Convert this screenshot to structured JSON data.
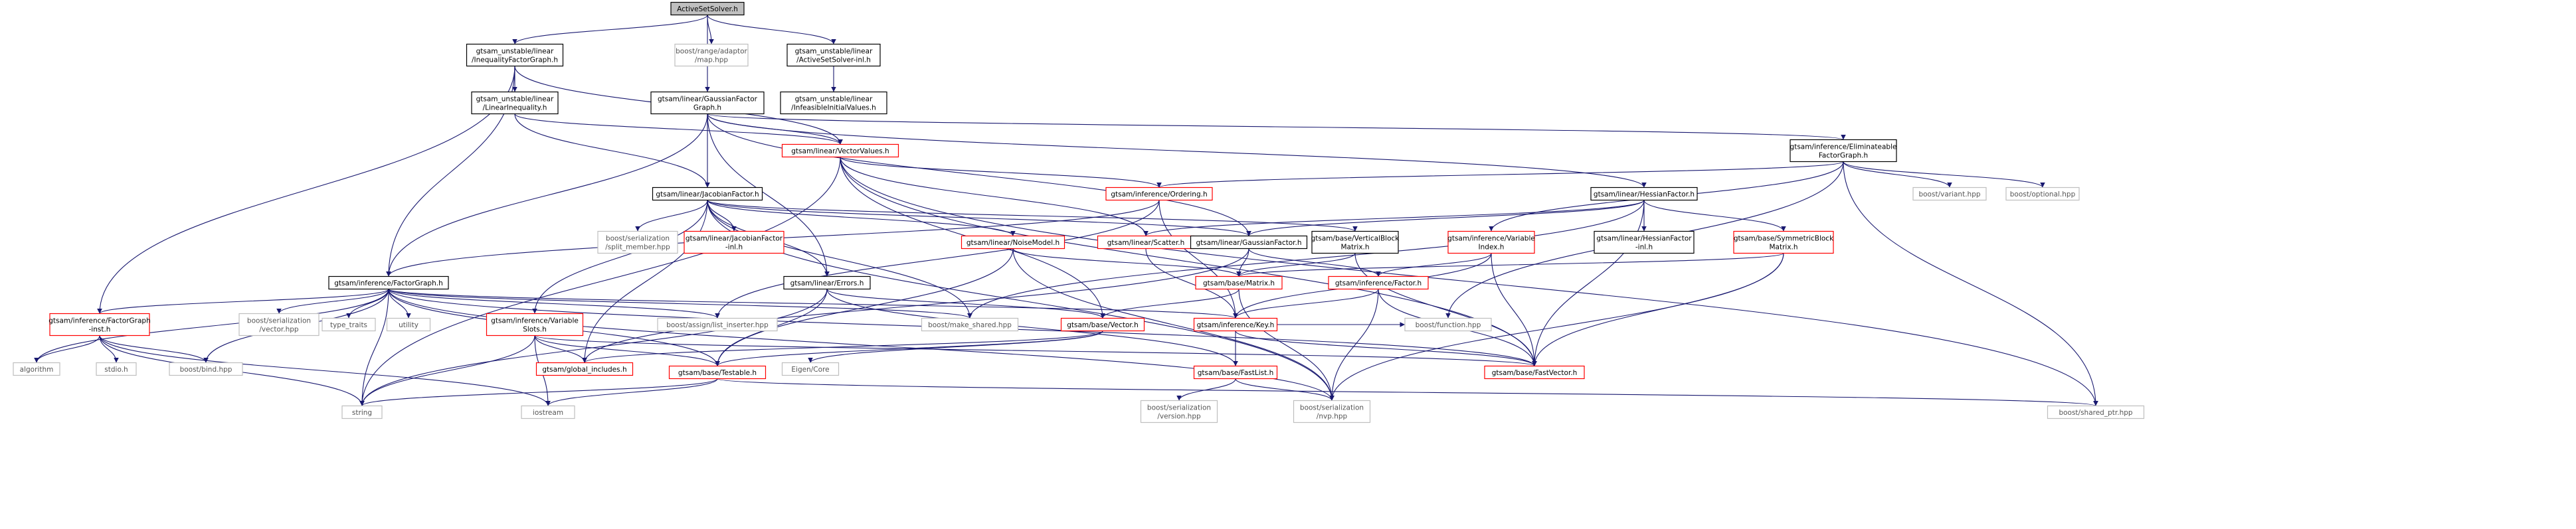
{
  "colors": {
    "edge": "#191970",
    "node_border_default": "#000000",
    "node_border_linked": "#ff0000",
    "node_border_external": "#bfbfbf",
    "node_fill_root": "#bfbfbf",
    "node_fill": "#ffffff",
    "text_default": "#000000",
    "text_linked": "#ff0000",
    "text_external": "#555555"
  },
  "nodes": [
    {
      "id": "n_ActiveSetSolver",
      "kind": "root",
      "lines": [
        "ActiveSetSolver.h"
      ]
    },
    {
      "id": "n_InequalityFactorGraph",
      "kind": "plain",
      "lines": [
        "gtsam_unstable/linear",
        "/InequalityFactorGraph.h"
      ]
    },
    {
      "id": "n_rangeMap",
      "kind": "external",
      "lines": [
        "boost/range/adaptor",
        "/map.hpp"
      ]
    },
    {
      "id": "n_ActiveSetSolverInl",
      "kind": "plain",
      "lines": [
        "gtsam_unstable/linear",
        "/ActiveSetSolver-inl.h"
      ]
    },
    {
      "id": "n_LinearInequality",
      "kind": "plain",
      "lines": [
        "gtsam_unstable/linear",
        "/LinearInequality.h"
      ]
    },
    {
      "id": "n_GaussianFactorGraph",
      "kind": "plain",
      "lines": [
        "gtsam/linear/GaussianFactor",
        "Graph.h"
      ]
    },
    {
      "id": "n_InfeasibleInitialValues",
      "kind": "plain",
      "lines": [
        "gtsam_unstable/linear",
        "/InfeasibleInitialValues.h"
      ]
    },
    {
      "id": "n_VectorValues",
      "kind": "linked",
      "lines": [
        "gtsam/linear/VectorValues.h"
      ]
    },
    {
      "id": "n_EliminateableFactorGraph",
      "kind": "plain",
      "lines": [
        "gtsam/inference/Eliminateable",
        "FactorGraph.h"
      ]
    },
    {
      "id": "n_JacobianFactor",
      "kind": "plain",
      "lines": [
        "gtsam/linear/JacobianFactor.h"
      ]
    },
    {
      "id": "n_Ordering",
      "kind": "linked",
      "lines": [
        "gtsam/inference/Ordering.h"
      ]
    },
    {
      "id": "n_HessianFactor",
      "kind": "plain",
      "lines": [
        "gtsam/linear/HessianFactor.h"
      ]
    },
    {
      "id": "n_variant",
      "kind": "external",
      "lines": [
        "boost/variant.hpp"
      ]
    },
    {
      "id": "n_optional",
      "kind": "external",
      "lines": [
        "boost/optional.hpp"
      ]
    },
    {
      "id": "n_splitMember",
      "kind": "external",
      "lines": [
        "boost/serialization",
        "/split_member.hpp"
      ]
    },
    {
      "id": "n_JacobianFactorInl",
      "kind": "linked",
      "lines": [
        "gtsam/linear/JacobianFactor",
        "-inl.h"
      ]
    },
    {
      "id": "n_NoiseModel",
      "kind": "linked",
      "lines": [
        "gtsam/linear/NoiseModel.h"
      ]
    },
    {
      "id": "n_Scatter",
      "kind": "linked",
      "lines": [
        "gtsam/linear/Scatter.h"
      ]
    },
    {
      "id": "n_GaussianFactor",
      "kind": "plain",
      "lines": [
        "gtsam/linear/GaussianFactor.h"
      ]
    },
    {
      "id": "n_VerticalBlockMatrix",
      "kind": "plain",
      "lines": [
        "gtsam/base/VerticalBlock",
        "Matrix.h"
      ]
    },
    {
      "id": "n_VariableIndex",
      "kind": "linked",
      "lines": [
        "gtsam/inference/Variable",
        "Index.h"
      ]
    },
    {
      "id": "n_HessianFactorInl",
      "kind": "plain",
      "lines": [
        "gtsam/linear/HessianFactor",
        "-inl.h"
      ]
    },
    {
      "id": "n_SymmetricBlockMatrix",
      "kind": "linked",
      "lines": [
        "gtsam/base/SymmetricBlock",
        "Matrix.h"
      ]
    },
    {
      "id": "n_FactorGraph",
      "kind": "plain",
      "lines": [
        "gtsam/inference/FactorGraph.h"
      ]
    },
    {
      "id": "n_Errors",
      "kind": "plain",
      "lines": [
        "gtsam/linear/Errors.h"
      ]
    },
    {
      "id": "n_Matrix",
      "kind": "linked",
      "lines": [
        "gtsam/base/Matrix.h"
      ]
    },
    {
      "id": "n_Factor",
      "kind": "linked",
      "lines": [
        "gtsam/inference/Factor.h"
      ]
    },
    {
      "id": "n_FactorGraphInst",
      "kind": "linked",
      "lines": [
        "gtsam/inference/FactorGraph",
        "-inst.h"
      ]
    },
    {
      "id": "n_serVector",
      "kind": "external",
      "lines": [
        "boost/serialization",
        "/vector.hpp"
      ]
    },
    {
      "id": "n_typeTraits",
      "kind": "external",
      "lines": [
        "type_traits"
      ]
    },
    {
      "id": "n_utility",
      "kind": "external",
      "lines": [
        "utility"
      ]
    },
    {
      "id": "n_VariableSlots",
      "kind": "linked",
      "lines": [
        "gtsam/inference/Variable",
        "Slots.h"
      ]
    },
    {
      "id": "n_listInserter",
      "kind": "external",
      "lines": [
        "boost/assign/list_inserter.hpp"
      ]
    },
    {
      "id": "n_makeShared",
      "kind": "external",
      "lines": [
        "boost/make_shared.hpp"
      ]
    },
    {
      "id": "n_Vector",
      "kind": "linked",
      "lines": [
        "gtsam/base/Vector.h"
      ]
    },
    {
      "id": "n_Key",
      "kind": "linked",
      "lines": [
        "gtsam/inference/Key.h"
      ]
    },
    {
      "id": "n_function",
      "kind": "external",
      "lines": [
        "boost/function.hpp"
      ]
    },
    {
      "id": "n_algorithm",
      "kind": "external",
      "lines": [
        "algorithm"
      ]
    },
    {
      "id": "n_stdio",
      "kind": "external",
      "lines": [
        "stdio.h"
      ]
    },
    {
      "id": "n_bind",
      "kind": "external",
      "lines": [
        "boost/bind.hpp"
      ]
    },
    {
      "id": "n_globalIncludes",
      "kind": "linked",
      "lines": [
        "gtsam/global_includes.h"
      ]
    },
    {
      "id": "n_EigenCore",
      "kind": "external",
      "lines": [
        "Eigen/Core"
      ]
    },
    {
      "id": "n_Testable",
      "kind": "linked",
      "lines": [
        "gtsam/base/Testable.h"
      ]
    },
    {
      "id": "n_FastList",
      "kind": "linked",
      "lines": [
        "gtsam/base/FastList.h"
      ]
    },
    {
      "id": "n_FastVector",
      "kind": "linked",
      "lines": [
        "gtsam/base/FastVector.h"
      ]
    },
    {
      "id": "n_string",
      "kind": "external",
      "lines": [
        "string"
      ]
    },
    {
      "id": "n_iostream",
      "kind": "external",
      "lines": [
        "iostream"
      ]
    },
    {
      "id": "n_serVersion",
      "kind": "external",
      "lines": [
        "boost/serialization",
        "/version.hpp"
      ]
    },
    {
      "id": "n_serNvp",
      "kind": "external",
      "lines": [
        "boost/serialization",
        "/nvp.hpp"
      ]
    },
    {
      "id": "n_sharedPtr",
      "kind": "external",
      "lines": [
        "boost/shared_ptr.hpp"
      ]
    }
  ],
  "edges": [
    [
      "n_ActiveSetSolver",
      "n_InequalityFactorGraph"
    ],
    [
      "n_ActiveSetSolver",
      "n_rangeMap"
    ],
    [
      "n_ActiveSetSolver",
      "n_ActiveSetSolverInl"
    ],
    [
      "n_ActiveSetSolver",
      "n_GaussianFactorGraph"
    ],
    [
      "n_InequalityFactorGraph",
      "n_LinearInequality"
    ],
    [
      "n_InequalityFactorGraph",
      "n_VectorValues"
    ],
    [
      "n_InequalityFactorGraph",
      "n_FactorGraphInst"
    ],
    [
      "n_InequalityFactorGraph",
      "n_FactorGraph"
    ],
    [
      "n_ActiveSetSolverInl",
      "n_InfeasibleInitialValues"
    ],
    [
      "n_LinearInequality",
      "n_JacobianFactor"
    ],
    [
      "n_LinearInequality",
      "n_VectorValues"
    ],
    [
      "n_GaussianFactorGraph",
      "n_VectorValues"
    ],
    [
      "n_GaussianFactorGraph",
      "n_EliminateableFactorGraph"
    ],
    [
      "n_GaussianFactorGraph",
      "n_JacobianFactor"
    ],
    [
      "n_GaussianFactorGraph",
      "n_HessianFactor"
    ],
    [
      "n_GaussianFactorGraph",
      "n_FactorGraph"
    ],
    [
      "n_GaussianFactorGraph",
      "n_Errors"
    ],
    [
      "n_GaussianFactorGraph",
      "n_GaussianFactor"
    ],
    [
      "n_VectorValues",
      "n_Ordering"
    ],
    [
      "n_VectorValues",
      "n_Scatter"
    ],
    [
      "n_VectorValues",
      "n_Vector"
    ],
    [
      "n_VectorValues",
      "n_FastVector"
    ],
    [
      "n_VectorValues",
      "n_sharedPtr"
    ],
    [
      "n_VectorValues",
      "n_string"
    ],
    [
      "n_EliminateableFactorGraph",
      "n_Ordering"
    ],
    [
      "n_EliminateableFactorGraph",
      "n_VariableIndex"
    ],
    [
      "n_EliminateableFactorGraph",
      "n_variant"
    ],
    [
      "n_EliminateableFactorGraph",
      "n_optional"
    ],
    [
      "n_EliminateableFactorGraph",
      "n_function"
    ],
    [
      "n_EliminateableFactorGraph",
      "n_sharedPtr"
    ],
    [
      "n_JacobianFactor",
      "n_splitMember"
    ],
    [
      "n_JacobianFactor",
      "n_JacobianFactorInl"
    ],
    [
      "n_JacobianFactor",
      "n_NoiseModel"
    ],
    [
      "n_JacobianFactor",
      "n_GaussianFactor"
    ],
    [
      "n_JacobianFactor",
      "n_VerticalBlockMatrix"
    ],
    [
      "n_JacobianFactor",
      "n_VariableSlots"
    ],
    [
      "n_JacobianFactor",
      "n_globalIncludes"
    ],
    [
      "n_JacobianFactor",
      "n_Errors"
    ],
    [
      "n_JacobianFactor",
      "n_makeShared"
    ],
    [
      "n_JacobianFactor",
      "n_serNvp"
    ],
    [
      "n_Ordering",
      "n_FactorGraph"
    ],
    [
      "n_Ordering",
      "n_Key"
    ],
    [
      "n_Ordering",
      "n_listInserter"
    ],
    [
      "n_HessianFactor",
      "n_Scatter"
    ],
    [
      "n_HessianFactor",
      "n_GaussianFactor"
    ],
    [
      "n_HessianFactor",
      "n_HessianFactorInl"
    ],
    [
      "n_HessianFactor",
      "n_SymmetricBlockMatrix"
    ],
    [
      "n_HessianFactor",
      "n_FastVector"
    ],
    [
      "n_HessianFactor",
      "n_makeShared"
    ],
    [
      "n_NoiseModel",
      "n_Matrix"
    ],
    [
      "n_NoiseModel",
      "n_Testable"
    ],
    [
      "n_NoiseModel",
      "n_serNvp"
    ],
    [
      "n_Scatter",
      "n_Key"
    ],
    [
      "n_GaussianFactor",
      "n_Factor"
    ],
    [
      "n_GaussianFactor",
      "n_Matrix"
    ],
    [
      "n_GaussianFactor",
      "n_globalIncludes"
    ],
    [
      "n_VerticalBlockMatrix",
      "n_Matrix"
    ],
    [
      "n_VerticalBlockMatrix",
      "n_FastVector"
    ],
    [
      "n_VariableIndex",
      "n_Factor"
    ],
    [
      "n_VariableIndex",
      "n_FastVector"
    ],
    [
      "n_VariableIndex",
      "n_Key"
    ],
    [
      "n_SymmetricBlockMatrix",
      "n_Matrix"
    ],
    [
      "n_SymmetricBlockMatrix",
      "n_FastVector"
    ],
    [
      "n_SymmetricBlockMatrix",
      "n_serNvp"
    ],
    [
      "n_FactorGraph",
      "n_FactorGraphInst"
    ],
    [
      "n_FactorGraph",
      "n_serVector"
    ],
    [
      "n_FactorGraph",
      "n_typeTraits"
    ],
    [
      "n_FactorGraph",
      "n_utility"
    ],
    [
      "n_FactorGraph",
      "n_listInserter"
    ],
    [
      "n_FactorGraph",
      "n_makeShared"
    ],
    [
      "n_FactorGraph",
      "n_Testable"
    ],
    [
      "n_FactorGraph",
      "n_FastVector"
    ],
    [
      "n_FactorGraph",
      "n_Key"
    ],
    [
      "n_FactorGraph",
      "n_bind"
    ],
    [
      "n_FactorGraph",
      "n_string"
    ],
    [
      "n_FactorGraph",
      "n_serNvp"
    ],
    [
      "n_FactorGraph",
      "n_algorithm"
    ],
    [
      "n_Errors",
      "n_Vector"
    ],
    [
      "n_Errors",
      "n_Testable"
    ],
    [
      "n_Errors",
      "n_FastList"
    ],
    [
      "n_Errors",
      "n_string"
    ],
    [
      "n_Matrix",
      "n_Vector"
    ],
    [
      "n_Matrix",
      "n_serNvp"
    ],
    [
      "n_Factor",
      "n_Key"
    ],
    [
      "n_Factor",
      "n_FastVector"
    ],
    [
      "n_Factor",
      "n_serNvp"
    ],
    [
      "n_FactorGraphInst",
      "n_algorithm"
    ],
    [
      "n_FactorGraphInst",
      "n_stdio"
    ],
    [
      "n_FactorGraphInst",
      "n_bind"
    ],
    [
      "n_FactorGraphInst",
      "n_string"
    ],
    [
      "n_FactorGraphInst",
      "n_iostream"
    ],
    [
      "n_VariableSlots",
      "n_globalIncludes"
    ],
    [
      "n_VariableSlots",
      "n_Testable"
    ],
    [
      "n_VariableSlots",
      "n_FastVector"
    ],
    [
      "n_VariableSlots",
      "n_string"
    ],
    [
      "n_VariableSlots",
      "n_iostream"
    ],
    [
      "n_Vector",
      "n_globalIncludes"
    ],
    [
      "n_Vector",
      "n_EigenCore"
    ],
    [
      "n_Vector",
      "n_Testable"
    ],
    [
      "n_Key",
      "n_FastList"
    ],
    [
      "n_Key",
      "n_FastVector"
    ],
    [
      "n_Key",
      "n_function"
    ],
    [
      "n_Testable",
      "n_iostream"
    ],
    [
      "n_Testable",
      "n_string"
    ],
    [
      "n_Testable",
      "n_sharedPtr"
    ],
    [
      "n_FastList",
      "n_serVersion"
    ],
    [
      "n_FastList",
      "n_serNvp"
    ]
  ]
}
